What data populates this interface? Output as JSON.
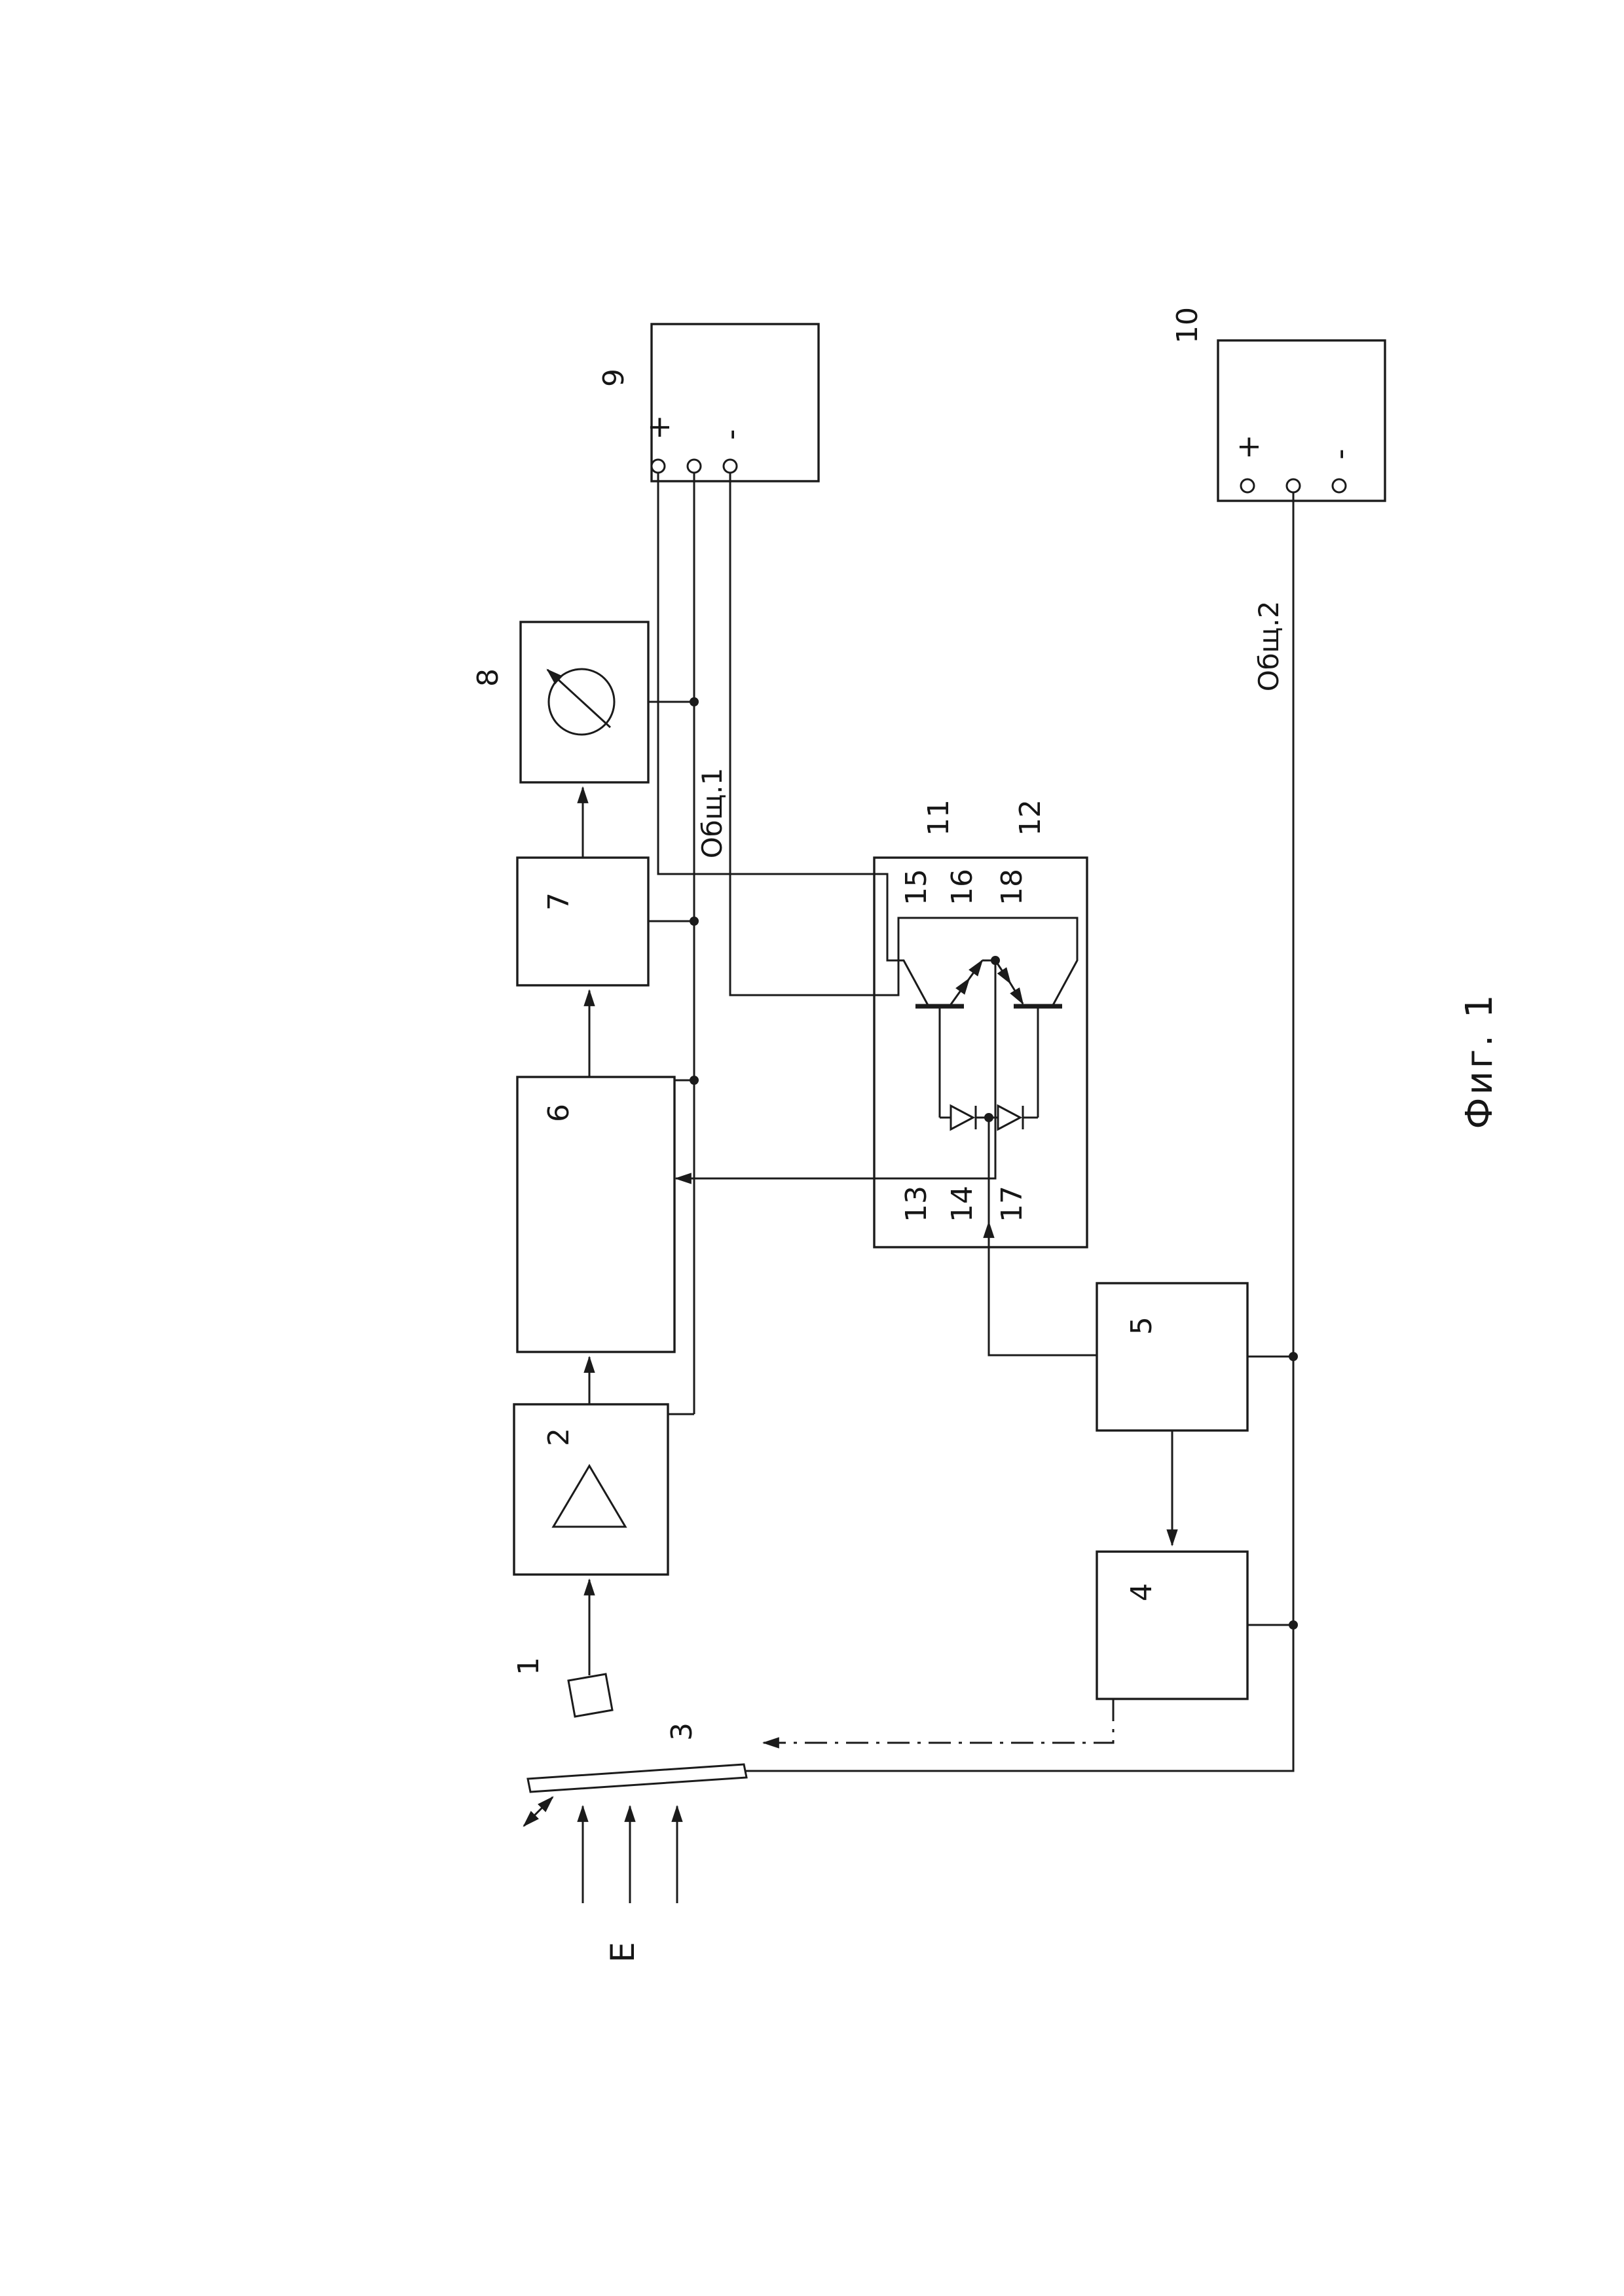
{
  "figure": {
    "caption": "Фиг. 1"
  },
  "input": {
    "label": "E"
  },
  "buses": {
    "bus1": "Общ.1",
    "bus2": "Общ.2"
  },
  "blocks": {
    "b2": {
      "label": "2"
    },
    "b4": {
      "label": "4"
    },
    "b5": {
      "label": "5"
    },
    "b6": {
      "label": "6"
    },
    "b7": {
      "label": "7"
    },
    "b8": {
      "label": "8"
    },
    "b9": {
      "label": "9",
      "plus": "+",
      "minus": "-"
    },
    "b10": {
      "label": "10",
      "plus": "+",
      "minus": "-"
    },
    "b11": {
      "label": "11"
    },
    "b12": {
      "label": "12"
    }
  },
  "parts": {
    "p1": "1",
    "p3": "3",
    "p13": "13",
    "p14": "14",
    "p15": "15",
    "p16": "16",
    "p17": "17",
    "p18": "18"
  }
}
